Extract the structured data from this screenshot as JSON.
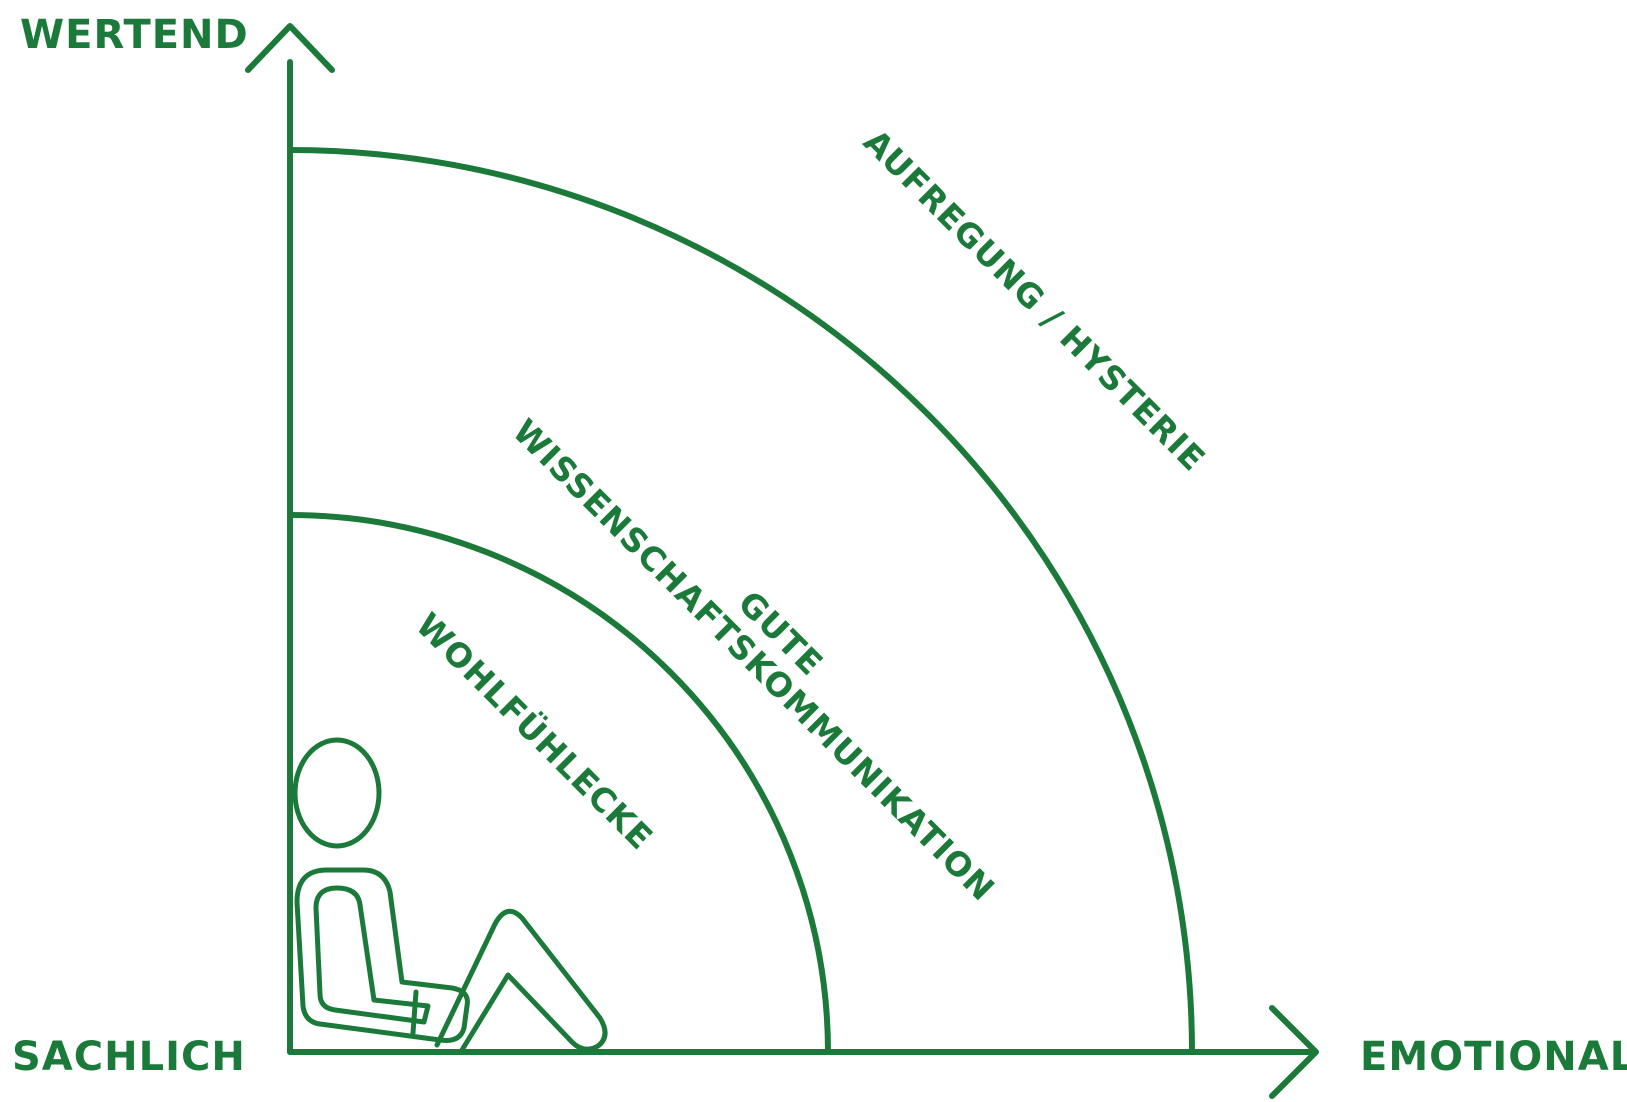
{
  "axes": {
    "y_top_label": "WERTEND",
    "origin_label": "SACHLICH",
    "x_right_label": "EMOTIONAL"
  },
  "zones": {
    "inner": "WOHLFÜHLECKE",
    "middle_line1": "GUTE",
    "middle_line2": "WISSENSCHAFTSKOMMUNIKATION",
    "outer": "AUFREGUNG / HYSTERIE"
  },
  "colors": {
    "accent": "#1b7a3a",
    "background": "#ffffff"
  },
  "icons": {
    "figure": "seated-person-icon"
  }
}
